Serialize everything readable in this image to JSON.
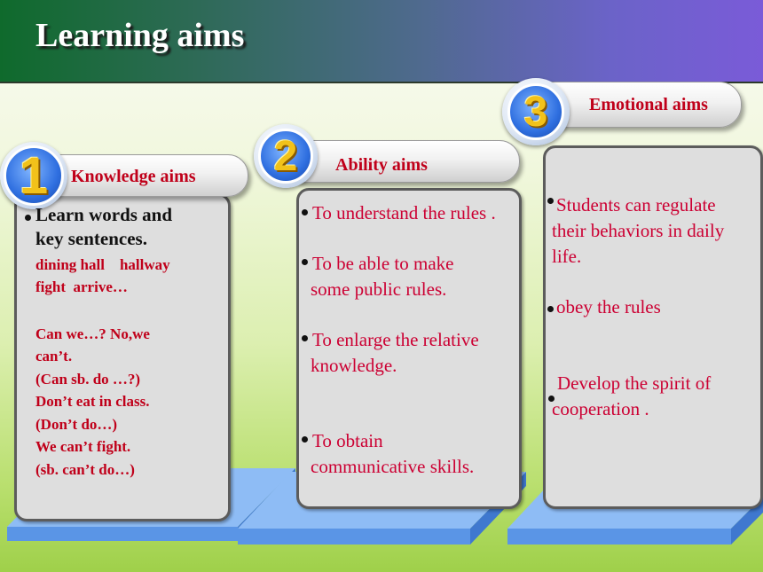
{
  "title": "Learning aims",
  "sections": [
    {
      "number": "1",
      "heading": "Knowledge aims",
      "lines": {
        "intro1": "Learn words and",
        "intro2": "key sentences.",
        "words1": "dining hall    hallway",
        "words2": "fight  arrive…",
        "s1": "Can we…? No,we",
        "s2": "can’t.",
        "s3": "(Can sb. do …?)",
        "s4": "Don’t eat in class.",
        "s5": "(Don’t do…)",
        "s6": "We can’t fight.",
        "s7": "(sb. can’t do…)"
      }
    },
    {
      "number": "2",
      "heading": "Ability aims",
      "items": [
        [
          "To understand the rules ."
        ],
        [
          "To be able to make",
          "some public rules."
        ],
        [
          "To enlarge the relative",
          "knowledge."
        ],
        [
          "To obtain",
          "communicative skills."
        ]
      ]
    },
    {
      "number": "3",
      "heading": "Emotional aims",
      "items": [
        [
          "Students can regulate",
          "their behaviors in daily",
          "life."
        ],
        [
          "obey the rules"
        ],
        [
          "Develop the spirit of",
          "cooperation ."
        ]
      ]
    }
  ],
  "colors": {
    "banner_start": "#0f6a2c",
    "banner_end": "#7a5bd8",
    "heading_red": "#c0001a",
    "body_magenta": "#cc0033",
    "card_fill": "#dedede",
    "platform_blue": "#6fa8ee"
  }
}
